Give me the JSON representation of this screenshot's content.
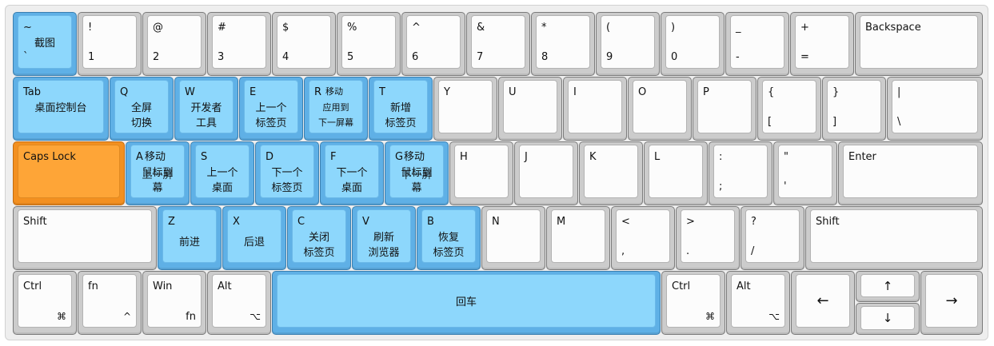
{
  "keys": {
    "tilde": {
      "top": "~",
      "main": "截图",
      "bottom": "`"
    },
    "1": {
      "top": "!",
      "bottom": "1"
    },
    "2": {
      "top": "@",
      "bottom": "2"
    },
    "3": {
      "top": "#",
      "bottom": "3"
    },
    "4": {
      "top": "$",
      "bottom": "4"
    },
    "5": {
      "top": "%",
      "bottom": "5"
    },
    "6": {
      "top": "^",
      "bottom": "6"
    },
    "7": {
      "top": "&",
      "bottom": "7"
    },
    "8": {
      "top": "*",
      "bottom": "8"
    },
    "9": {
      "top": "(",
      "bottom": "9"
    },
    "0": {
      "top": ")",
      "bottom": "0"
    },
    "minus": {
      "top": "_",
      "bottom": "-"
    },
    "equal": {
      "top": "+",
      "bottom": "="
    },
    "backspace": {
      "label": "Backspace"
    },
    "tab": {
      "label": "Tab",
      "line1": "桌面控制台"
    },
    "q": {
      "label": "Q",
      "line1": "全屏",
      "line2": "切换"
    },
    "w": {
      "label": "W",
      "line1": "开发者",
      "line2": "工具"
    },
    "e": {
      "label": "E",
      "line1": "上一个",
      "line2": "标签页"
    },
    "r": {
      "label": "R",
      "label_suffix": "移动",
      "line1": "应用到",
      "line2": "下一屏幕"
    },
    "t": {
      "label": "T",
      "line1": "新增",
      "line2": "标签页"
    },
    "y": {
      "label": "Y"
    },
    "u": {
      "label": "U"
    },
    "i": {
      "label": "I"
    },
    "o": {
      "label": "O"
    },
    "p": {
      "label": "P"
    },
    "lbracket": {
      "top": "{",
      "bottom": "["
    },
    "rbracket": {
      "top": "}",
      "bottom": "]"
    },
    "backslash": {
      "top": "|",
      "bottom": "\\"
    },
    "capslock": {
      "label": "Caps Lock"
    },
    "a": {
      "label": "A",
      "label_suffix": "移动",
      "line1": "鼠标到",
      "line1b": "上一屏",
      "line2": "幕"
    },
    "s": {
      "label": "S",
      "line1": "上一个",
      "line2": "桌面"
    },
    "d": {
      "label": "D",
      "line1": "下一个",
      "line2": "标签页"
    },
    "f": {
      "label": "F",
      "line1": "下一个",
      "line2": "桌面"
    },
    "g": {
      "label": "G",
      "label_suffix": "移动",
      "line1": "鼠标到",
      "line1b": "下一屏",
      "line2": "幕"
    },
    "h": {
      "label": "H"
    },
    "j": {
      "label": "J"
    },
    "k": {
      "label": "K"
    },
    "l": {
      "label": "L"
    },
    "semicolon": {
      "top": ":",
      "bottom": ";"
    },
    "quote": {
      "top": "\"",
      "bottom": "'"
    },
    "enter": {
      "label": "Enter"
    },
    "lshift": {
      "label": "Shift"
    },
    "z": {
      "label": "Z",
      "line1": "前进"
    },
    "x": {
      "label": "X",
      "line1": "后退"
    },
    "c": {
      "label": "C",
      "line1": "关闭",
      "line2": "标签页"
    },
    "v": {
      "label": "V",
      "line1": "刷新",
      "line2": "浏览器"
    },
    "b": {
      "label": "B",
      "line1": "恢复",
      "line2": "标签页"
    },
    "n": {
      "label": "N"
    },
    "m": {
      "label": "M"
    },
    "comma": {
      "top": "<",
      "bottom": ","
    },
    "period": {
      "top": ">",
      "bottom": "."
    },
    "slash": {
      "top": "?",
      "bottom": "/"
    },
    "rshift": {
      "label": "Shift"
    },
    "lctrl": {
      "label": "Ctrl",
      "sub": "⌘"
    },
    "fn": {
      "label": "fn",
      "sub": "^"
    },
    "win": {
      "label": "Win",
      "sub": "fn"
    },
    "lalt": {
      "label": "Alt",
      "sub": "⌥"
    },
    "space": {
      "label": "回车"
    },
    "rctrl": {
      "label": "Ctrl",
      "sub": "⌘"
    },
    "ralt": {
      "label": "Alt",
      "sub": "⌥"
    },
    "left": {
      "glyph": "←"
    },
    "up": {
      "glyph": "↑"
    },
    "down": {
      "glyph": "↓"
    },
    "right": {
      "glyph": "→"
    }
  },
  "colors": {
    "blue_key": "#8dd7fc",
    "orange_key": "#fea537",
    "white_key": "#fcfcfc"
  }
}
